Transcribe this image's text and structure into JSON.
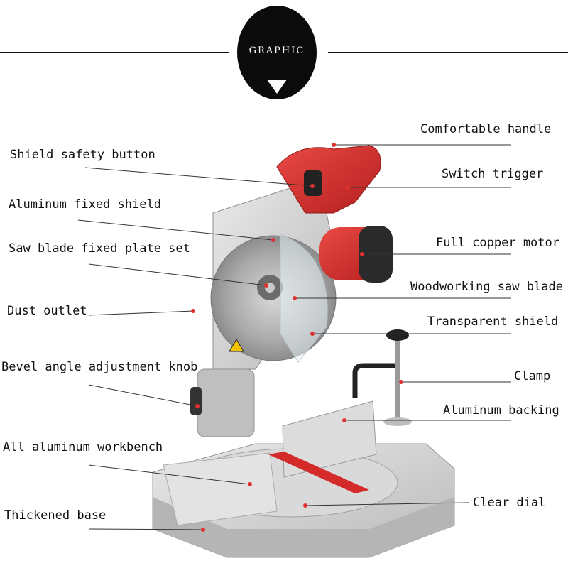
{
  "header": {
    "title": "GRAPHIC"
  },
  "labels": {
    "comfortable_handle": "Comfortable handle",
    "shield_safety_button": "Shield safety button",
    "switch_trigger": "Switch trigger",
    "aluminum_fixed_shield": "Aluminum fixed shield",
    "full_copper_motor": "Full copper motor",
    "saw_blade_fixed_plate_set": "Saw blade fixed plate set",
    "woodworking_saw_blade": "Woodworking saw blade",
    "dust_outlet": "Dust outlet",
    "transparent_shield": "Transparent shield",
    "bevel_angle_adjustment_knob": "Bevel angle adjustment knob",
    "clamp": "Clamp",
    "aluminum_backing": "Aluminum backing",
    "all_aluminum_workbench": "All aluminum workbench",
    "clear_dial": "Clear dial",
    "thickened_base": "Thickened base"
  },
  "colors": {
    "accent": "#d42a2a",
    "badge": "#0b0b0b",
    "metal": "#cfcfcf"
  }
}
